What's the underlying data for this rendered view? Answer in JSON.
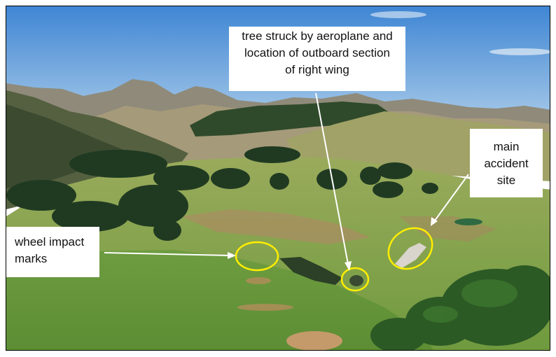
{
  "callouts": {
    "tree": {
      "line1": "tree struck by aeroplane and",
      "line2": "location of outboard section",
      "line3": "of right wing"
    },
    "main": {
      "line1": "main",
      "line2": "accident",
      "line3": "site"
    },
    "wheel": {
      "line1": "wheel impact",
      "line2": "marks"
    }
  },
  "colors": {
    "sky": "#5a9ad6",
    "highlight_ellipse": "#ffee00",
    "arrow": "#ffffff",
    "grass": "#7fa24a"
  }
}
